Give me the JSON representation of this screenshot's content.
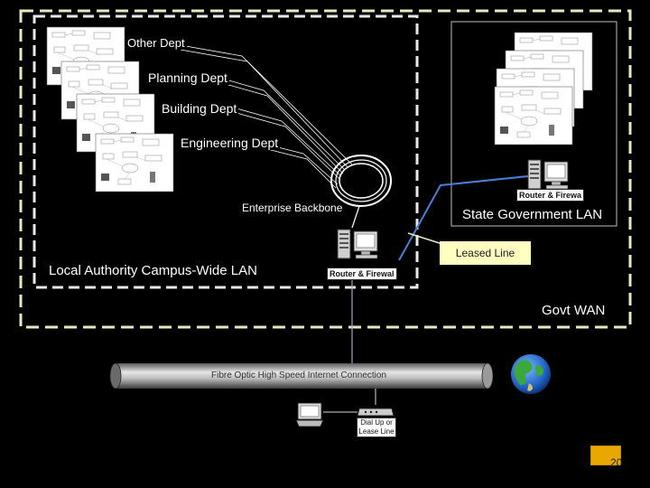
{
  "departments": {
    "other": "Other Dept",
    "planning": "Planning Dept",
    "building": "Building Dept",
    "engineering": "Engineering Dept"
  },
  "backbone_label": "Enterprise Backbone",
  "local_lan_label": "Local Authority Campus-Wide LAN",
  "state_lan_label": "State Government LAN",
  "leased_line_label": "Leased Line",
  "router_label": "Router & Firewal",
  "router_label_state": "Router & Firewa",
  "govt_wan_label": "Govt WAN",
  "pipe_label": "Fibre Optic High Speed Internet Connection",
  "dialup_label": "Dial Up or\nLease Line",
  "slide_number": "20",
  "colors": {
    "background": "#000000",
    "dashed_border": "#e8e8c0",
    "leased_line_box": "#ffffc0",
    "blue_link": "#4a7fd8",
    "slide_number_box": "#e8a800"
  },
  "icons": [
    "router-firewall-icon",
    "laptop-icon",
    "modem-icon",
    "globe-icon",
    "backbone-ring-icon"
  ]
}
